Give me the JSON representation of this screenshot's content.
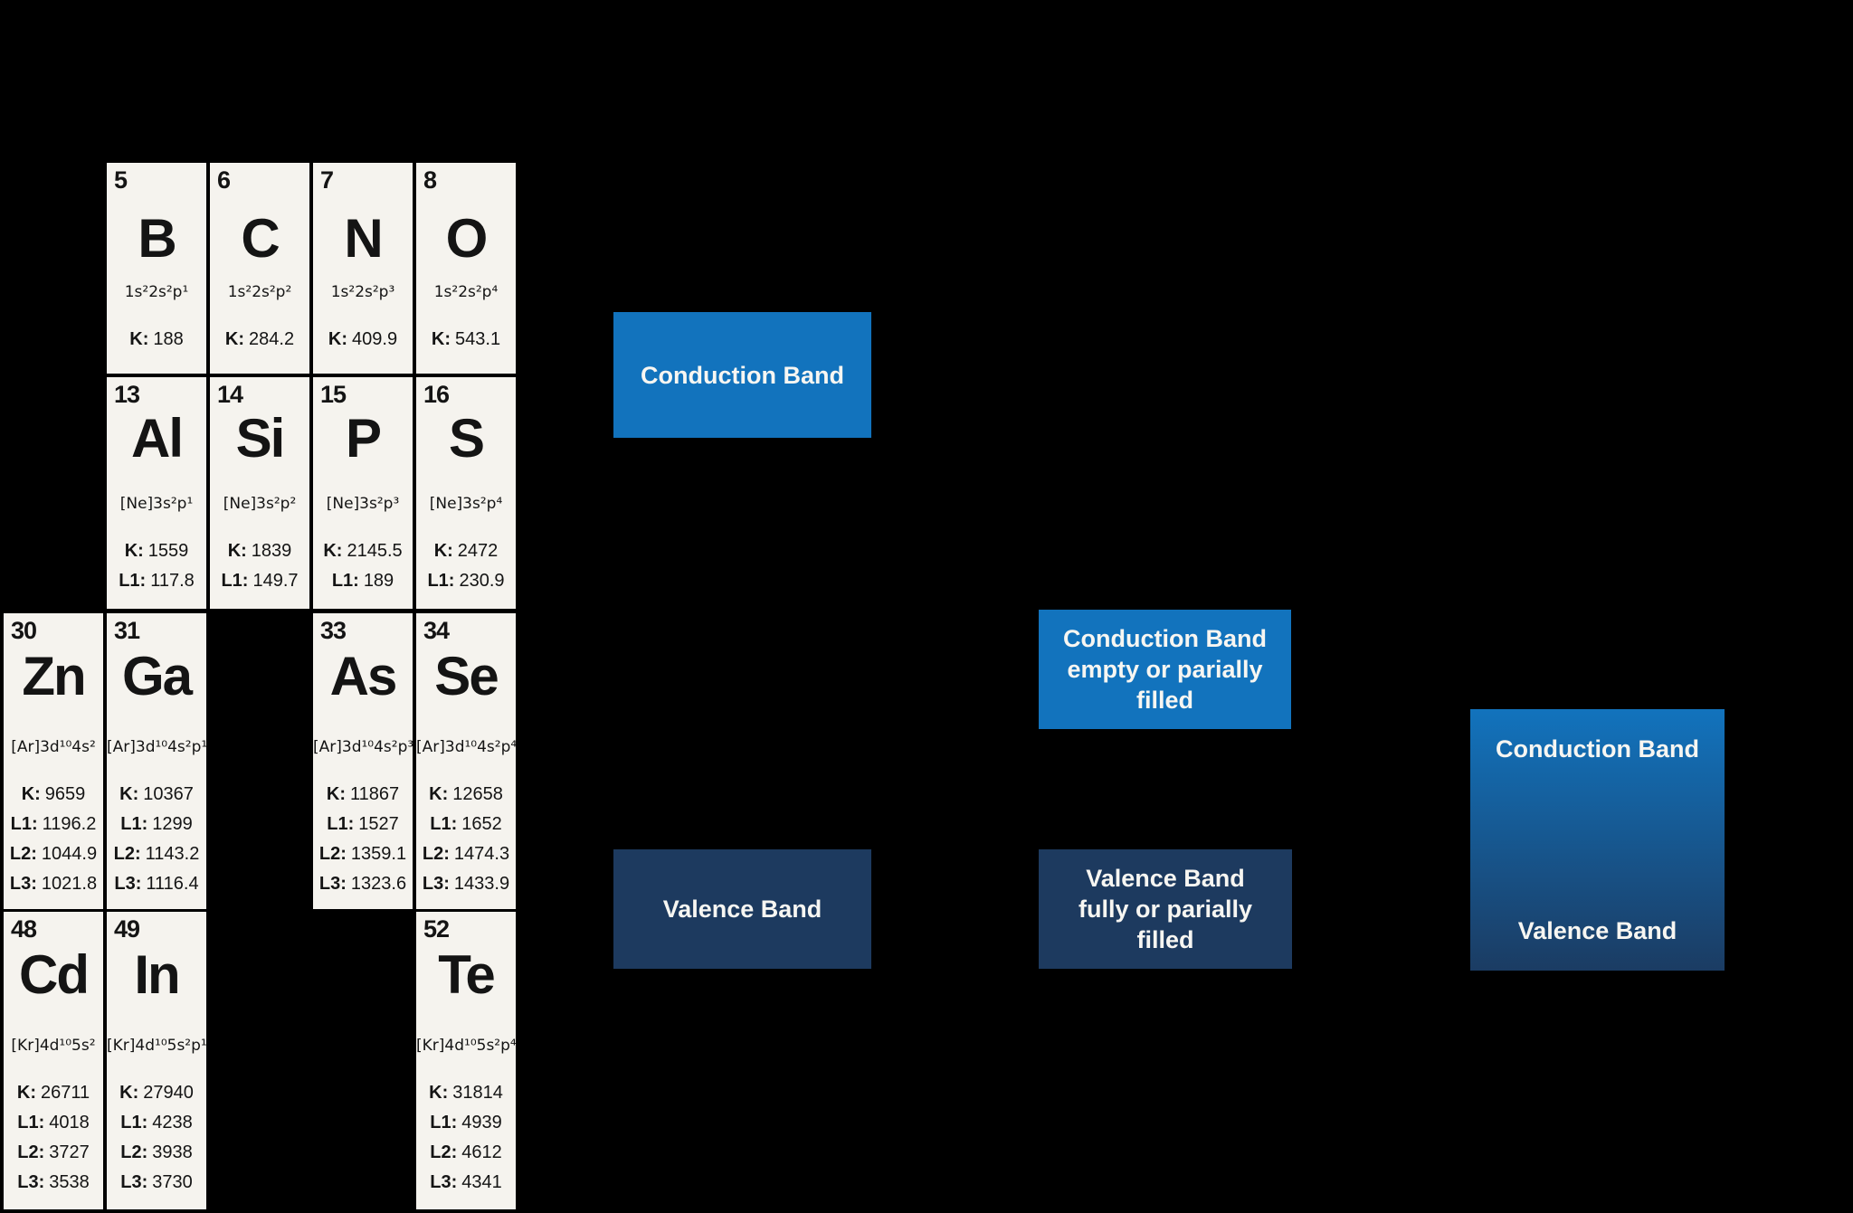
{
  "colors": {
    "background": "#000000",
    "cell_background": "#F5F3EE",
    "cell_text": "#141414",
    "conduction_blue": "#1273BD",
    "valence_navy": "#1D3A5F",
    "band_text": "#F7F6F2"
  },
  "elements": [
    {
      "number": "5",
      "symbol": "B",
      "config": "1s²2s²p¹",
      "levels": [
        {
          "label": "K:",
          "value": "188"
        }
      ]
    },
    {
      "number": "6",
      "symbol": "C",
      "config": "1s²2s²p²",
      "levels": [
        {
          "label": "K:",
          "value": "284.2"
        }
      ]
    },
    {
      "number": "7",
      "symbol": "N",
      "config": "1s²2s²p³",
      "levels": [
        {
          "label": "K:",
          "value": "409.9"
        }
      ]
    },
    {
      "number": "8",
      "symbol": "O",
      "config": "1s²2s²p⁴",
      "levels": [
        {
          "label": "K:",
          "value": "543.1"
        }
      ]
    },
    {
      "number": "13",
      "symbol": "Al",
      "config": "[Ne]3s²p¹",
      "levels": [
        {
          "label": "K:",
          "value": "1559"
        },
        {
          "label": "L1:",
          "value": "117.8"
        }
      ]
    },
    {
      "number": "14",
      "symbol": "Si",
      "config": "[Ne]3s²p²",
      "levels": [
        {
          "label": "K:",
          "value": "1839"
        },
        {
          "label": "L1:",
          "value": "149.7"
        }
      ]
    },
    {
      "number": "15",
      "symbol": "P",
      "config": "[Ne]3s²p³",
      "levels": [
        {
          "label": "K:",
          "value": "2145.5"
        },
        {
          "label": "L1:",
          "value": "189"
        }
      ]
    },
    {
      "number": "16",
      "symbol": "S",
      "config": "[Ne]3s²p⁴",
      "levels": [
        {
          "label": "K:",
          "value": "2472"
        },
        {
          "label": "L1:",
          "value": "230.9"
        }
      ]
    },
    {
      "number": "30",
      "symbol": "Zn",
      "config": "[Ar]3d¹⁰4s²",
      "levels": [
        {
          "label": "K:",
          "value": "9659"
        },
        {
          "label": "L1:",
          "value": "1196.2"
        },
        {
          "label": "L2:",
          "value": "1044.9"
        },
        {
          "label": "L3:",
          "value": "1021.8"
        }
      ]
    },
    {
      "number": "31",
      "symbol": "Ga",
      "config": "[Ar]3d¹⁰4s²p¹",
      "levels": [
        {
          "label": "K:",
          "value": "10367"
        },
        {
          "label": "L1:",
          "value": "1299"
        },
        {
          "label": "L2:",
          "value": "1143.2"
        },
        {
          "label": "L3:",
          "value": "1116.4"
        }
      ]
    },
    {
      "number": "33",
      "symbol": "As",
      "config": "[Ar]3d¹⁰4s²p³",
      "levels": [
        {
          "label": "K:",
          "value": "11867"
        },
        {
          "label": "L1:",
          "value": "1527"
        },
        {
          "label": "L2:",
          "value": "1359.1"
        },
        {
          "label": "L3:",
          "value": "1323.6"
        }
      ]
    },
    {
      "number": "34",
      "symbol": "Se",
      "config": "[Ar]3d¹⁰4s²p⁴",
      "levels": [
        {
          "label": "K:",
          "value": "12658"
        },
        {
          "label": "L1:",
          "value": "1652"
        },
        {
          "label": "L2:",
          "value": "1474.3"
        },
        {
          "label": "L3:",
          "value": "1433.9"
        }
      ]
    },
    {
      "number": "48",
      "symbol": "Cd",
      "config": "[Kr]4d¹⁰5s²",
      "levels": [
        {
          "label": "K:",
          "value": "26711"
        },
        {
          "label": "L1:",
          "value": "4018"
        },
        {
          "label": "L2:",
          "value": "3727"
        },
        {
          "label": "L3:",
          "value": "3538"
        }
      ]
    },
    {
      "number": "49",
      "symbol": "In",
      "config": "[Kr]4d¹⁰5s²p¹",
      "levels": [
        {
          "label": "K:",
          "value": "27940"
        },
        {
          "label": "L1:",
          "value": "4238"
        },
        {
          "label": "L2:",
          "value": "3938"
        },
        {
          "label": "L3:",
          "value": "3730"
        }
      ]
    },
    {
      "number": "52",
      "symbol": "Te",
      "config": "[Kr]4d¹⁰5s²p⁴",
      "levels": [
        {
          "label": "K:",
          "value": "31814"
        },
        {
          "label": "L1:",
          "value": "4939"
        },
        {
          "label": "L2:",
          "value": "4612"
        },
        {
          "label": "L3:",
          "value": "4341"
        }
      ]
    }
  ],
  "bands": {
    "left": {
      "conduction_label": "Conduction Band",
      "valence_label": "Valence Band"
    },
    "middle": {
      "conduction_lines": [
        "Conduction Band",
        "empty or parially",
        "filled"
      ],
      "valence_lines": [
        "Valence Band",
        "fully or parially",
        "filled"
      ]
    },
    "right": {
      "conduction_label": "Conduction Band",
      "valence_label": "Valence Band"
    }
  }
}
